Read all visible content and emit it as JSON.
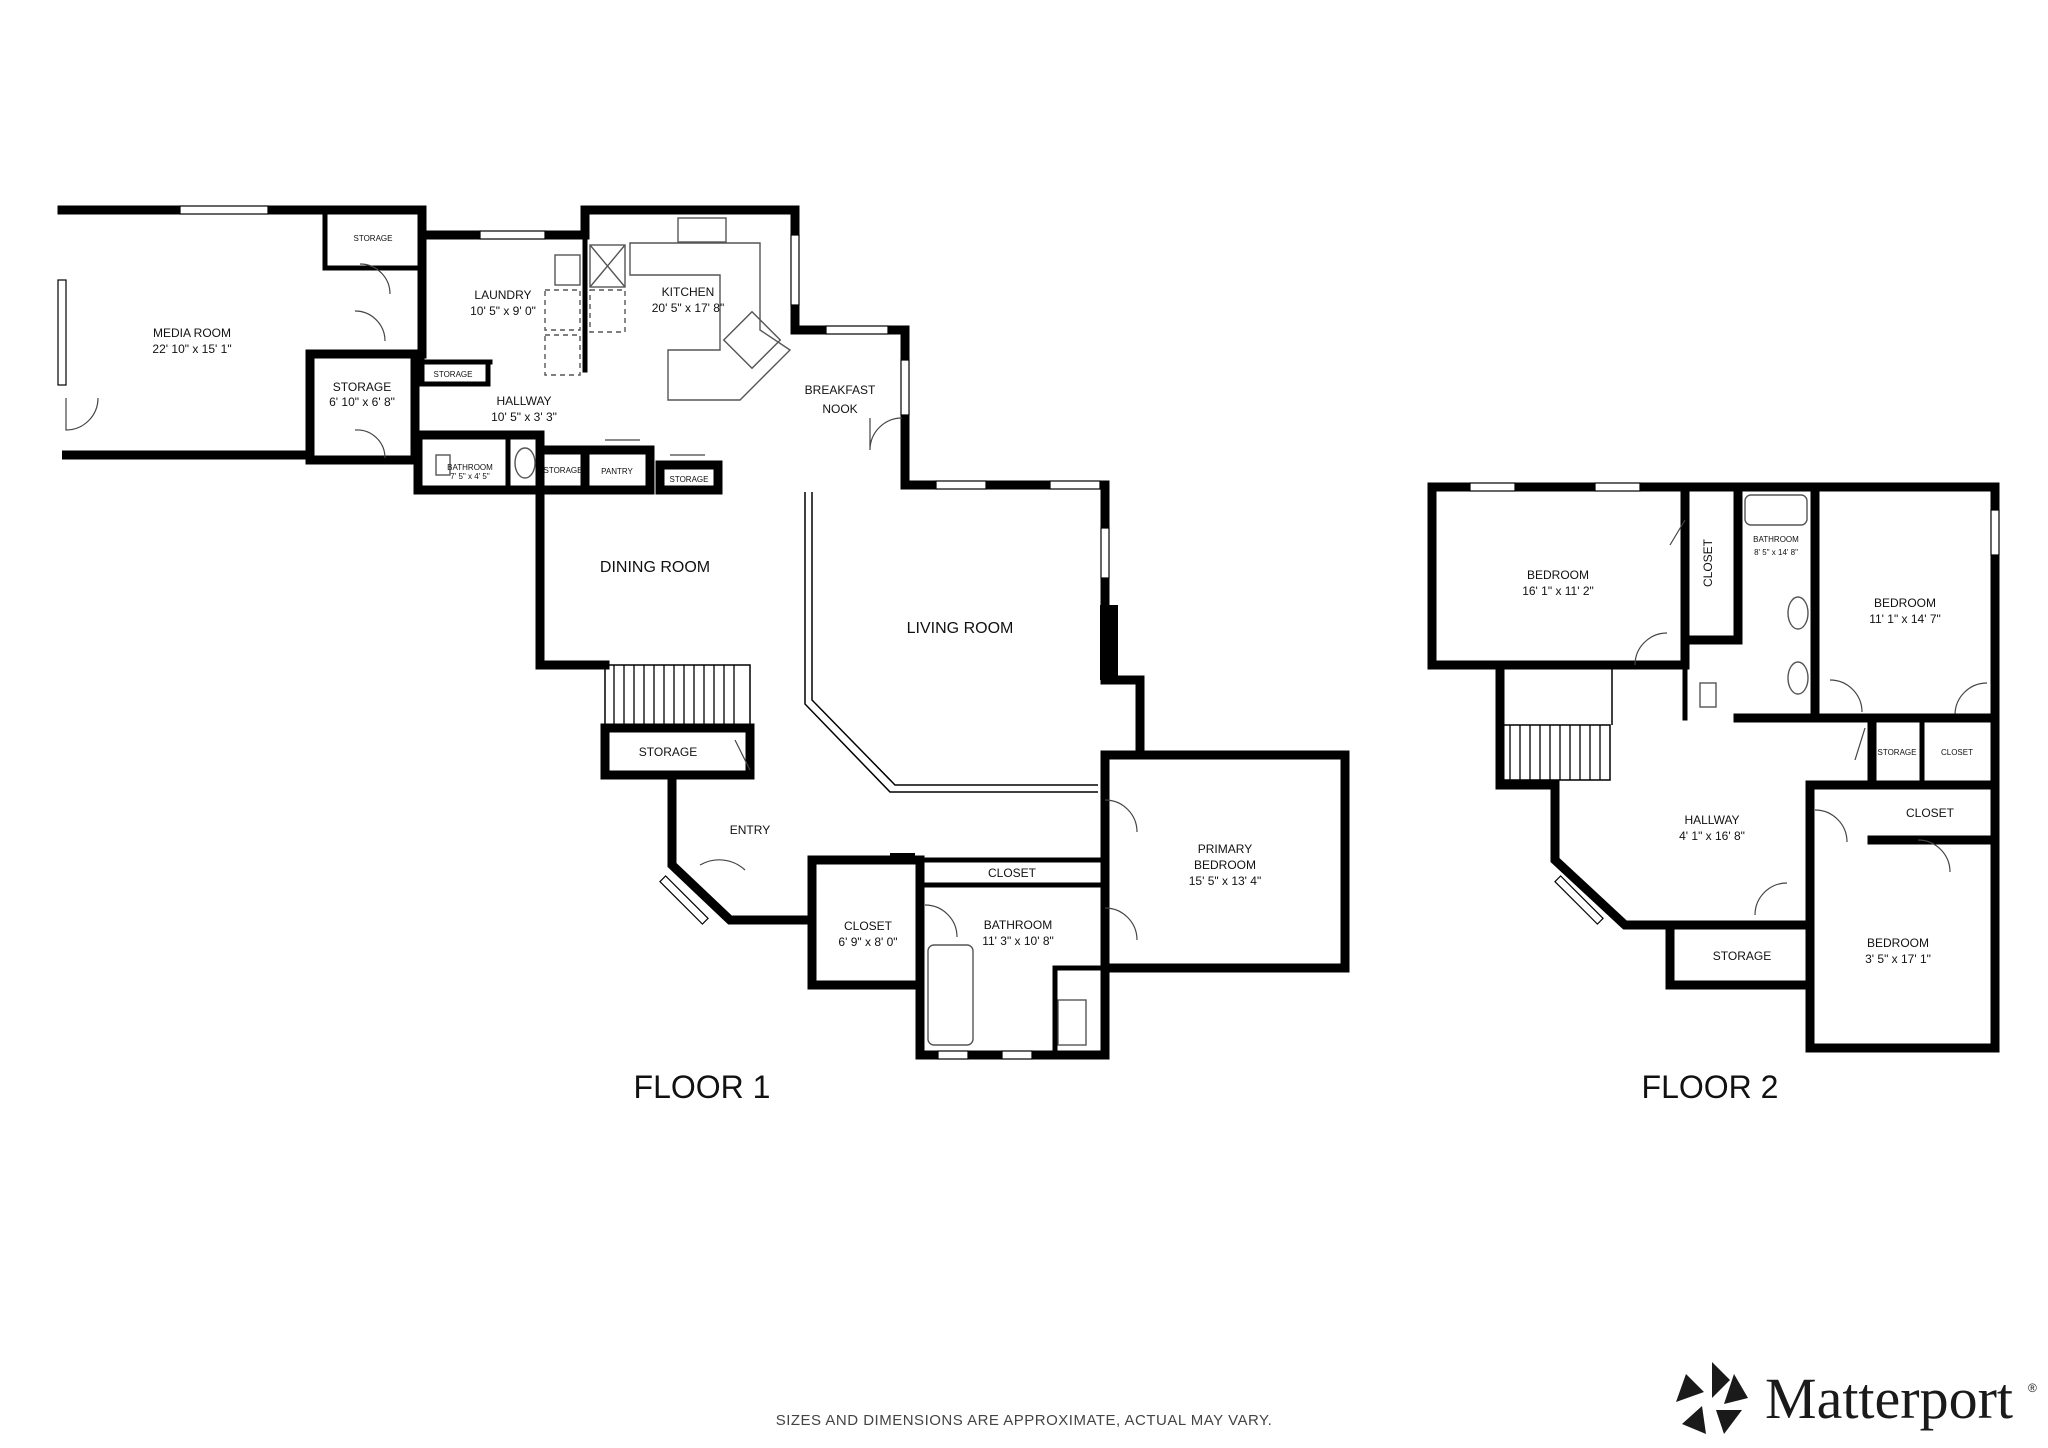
{
  "floor1": {
    "label": "FLOOR 1",
    "rooms": {
      "media_room": {
        "name": "MEDIA ROOM",
        "dim": "22' 10\" x 15' 1\""
      },
      "storage_top": {
        "name": "STORAGE"
      },
      "laundry": {
        "name": "LAUNDRY",
        "dim": "10' 5\" x 9' 0\""
      },
      "kitchen": {
        "name": "KITCHEN",
        "dim": "20' 5\" x 17' 8\""
      },
      "storage_mid": {
        "name": "STORAGE",
        "dim": "6' 10\" x 6' 8\""
      },
      "storage_small": {
        "name": "STORAGE"
      },
      "hallway": {
        "name": "HALLWAY",
        "dim": "10' 5\" x 3' 3\""
      },
      "breakfast_nook": {
        "name_line1": "BREAKFAST",
        "name_line2": "NOOK"
      },
      "bathroom_small": {
        "name": "BATHROOM",
        "dim": "7' 5\" x 4' 5\""
      },
      "storage_closet": {
        "name": "STORAGE"
      },
      "pantry": {
        "name": "PANTRY"
      },
      "storage_right": {
        "name": "STORAGE"
      },
      "dining_room": {
        "name": "DINING ROOM"
      },
      "living_room": {
        "name": "LIVING ROOM"
      },
      "storage_stair": {
        "name": "STORAGE"
      },
      "entry": {
        "name": "ENTRY"
      },
      "closet_top": {
        "name": "CLOSET"
      },
      "closet_walkin": {
        "name": "CLOSET",
        "dim": "6' 9\" x 8' 0\""
      },
      "bathroom": {
        "name": "BATHROOM",
        "dim": "11' 3\" x 10' 8\""
      },
      "primary_bedroom": {
        "name_line1": "PRIMARY",
        "name_line2": "BEDROOM",
        "dim": "15' 5\" x 13' 4\""
      }
    }
  },
  "floor2": {
    "label": "FLOOR 2",
    "rooms": {
      "bedroom_left": {
        "name": "BEDROOM",
        "dim": "16' 1\" x 11' 2\""
      },
      "closet_vertical": {
        "name": "CLOSET"
      },
      "bathroom": {
        "name": "BATHROOM",
        "dim": "8' 5\" x 14' 8\""
      },
      "bedroom_right": {
        "name": "BEDROOM",
        "dim": "11' 1\" x 14' 7\""
      },
      "storage_small": {
        "name": "STORAGE"
      },
      "closet_small": {
        "name": "CLOSET"
      },
      "closet_mid": {
        "name": "CLOSET"
      },
      "hallway": {
        "name": "HALLWAY",
        "dim": "4' 1\" x 16' 8\""
      },
      "storage": {
        "name": "STORAGE"
      },
      "bedroom_bottom": {
        "name": "BEDROOM",
        "dim": "3' 5\" x 17' 1\""
      }
    }
  },
  "disclaimer": "SIZES AND DIMENSIONS ARE APPROXIMATE, ACTUAL MAY VARY.",
  "brand": {
    "name": "Matterport",
    "mark": "®",
    "icon": "matterport-logo-icon"
  }
}
